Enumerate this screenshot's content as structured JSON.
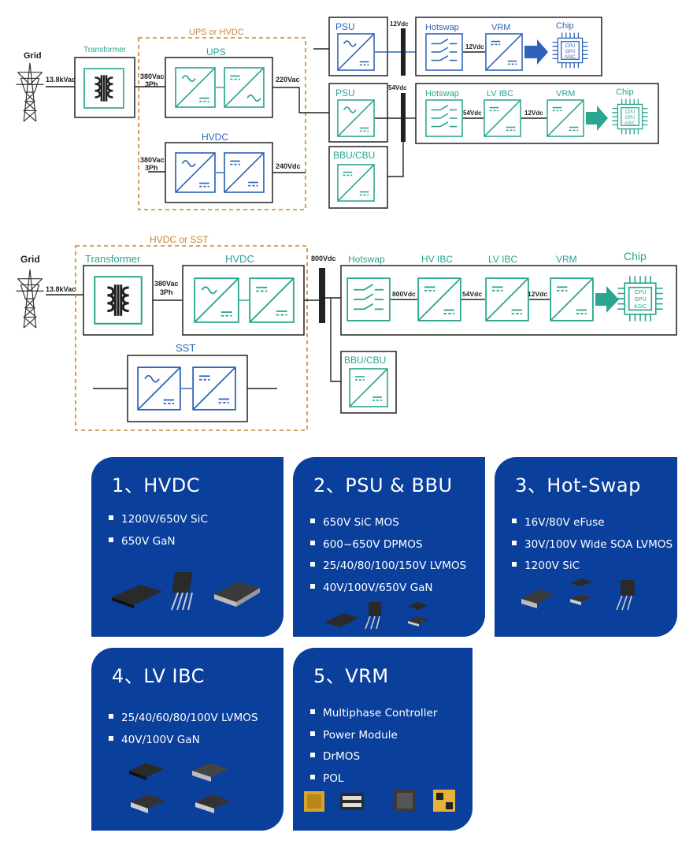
{
  "top_diagram": {
    "grid": "Grid",
    "grid_voltage": "13.8kVac",
    "transformer": "Transformer",
    "group_label": "UPS or HVDC",
    "ups": "UPS",
    "hvdc": "HVDC",
    "in_ups": [
      "380Vac",
      "3Ph"
    ],
    "in_hvdc": [
      "380Vac",
      "3Ph"
    ],
    "out_ups": "220Vac",
    "out_hvdc": "240Vdc",
    "psu1": "PSU",
    "bus1": "12Vdc",
    "psu2": "PSU",
    "bus2": "54Vdc",
    "bbu": "BBU/CBU",
    "row1": {
      "hotswap": "Hotswap",
      "vrm": "VRM",
      "v1": "12Vdc",
      "chip": "Chip"
    },
    "row2": {
      "hotswap": "Hotswap",
      "ibc": "LV IBC",
      "vrm": "VRM",
      "v1": "54Vdc",
      "v2": "12Vdc",
      "chip": "Chip"
    },
    "chip_text": [
      "CPU",
      "GPU",
      "ASIC"
    ]
  },
  "bottom_diagram": {
    "grid": "Grid",
    "grid_voltage": "13.8kVac",
    "group_label": "HVDC or SST",
    "transformer": "Transformer",
    "hvdc": "HVDC",
    "in_hvdc": [
      "380Vac",
      "3Ph"
    ],
    "bus": "800Vdc",
    "sst": "SST",
    "bbu": "BBU/CBU",
    "hotswap": "Hotswap",
    "hv_ibc": "HV IBC",
    "lv_ibc": "LV IBC",
    "vrm": "VRM",
    "chip": "Chip",
    "v1": "800Vdc",
    "v2": "54Vdc",
    "v3": "12Vdc",
    "chip_text": [
      "CPU",
      "GPU",
      "ASIC"
    ]
  },
  "cards": [
    {
      "title": "1、HVDC",
      "items": [
        "1200V/650V SiC",
        "650V GaN"
      ]
    },
    {
      "title": "2、PSU & BBU",
      "items": [
        "650V SiC MOS",
        "600~650V DPMOS",
        "25/40/80/100/150V LVMOS",
        "40V/100V/650V GaN"
      ]
    },
    {
      "title": "3、Hot-Swap",
      "items": [
        "16V/80V eFuse",
        "30V/100V Wide SOA LVMOS",
        "1200V SiC"
      ]
    },
    {
      "title": "4、LV IBC",
      "items": [
        "25/40/60/80/100V LVMOS",
        "40V/100V GaN"
      ]
    },
    {
      "title": "5、VRM",
      "items": [
        "Multiphase Controller",
        "Power Module",
        "DrMOS",
        "POL"
      ]
    }
  ],
  "colors": {
    "teal": "#2aa58f",
    "blue": "#2e63b8",
    "orange": "#c98533",
    "card": "#0a3f9c",
    "dark": "#222222"
  }
}
